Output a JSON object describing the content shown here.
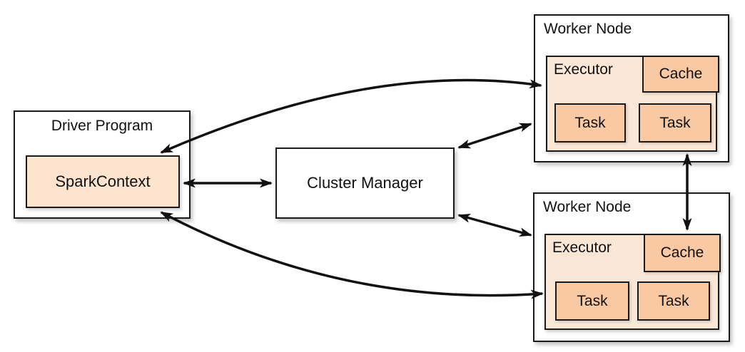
{
  "colors": {
    "bg": "#FFFFFF",
    "fill-spark": "#FCE4CF",
    "fill-light": "#FBE7D6",
    "fill-accent": "#F8C9A2",
    "line": "#111111"
  },
  "driver": {
    "label": "Driver Program",
    "spark_context": "SparkContext"
  },
  "cluster_manager": {
    "label": "Cluster Manager"
  },
  "workers": [
    {
      "label": "Worker Node",
      "executor": "Executor",
      "cache": "Cache",
      "tasks": [
        "Task",
        "Task"
      ]
    },
    {
      "label": "Worker Node",
      "executor": "Executor",
      "cache": "Cache",
      "tasks": [
        "Task",
        "Task"
      ]
    }
  ],
  "connections": [
    {
      "from": "SparkContext",
      "to": "Cluster Manager",
      "bidirectional": true,
      "shape": "straight"
    },
    {
      "from": "SparkContext",
      "to": "Worker Node 1 Executor",
      "bidirectional": true,
      "shape": "curved"
    },
    {
      "from": "SparkContext",
      "to": "Worker Node 2 Executor",
      "bidirectional": true,
      "shape": "curved"
    },
    {
      "from": "Cluster Manager",
      "to": "Worker Node 1",
      "bidirectional": true,
      "shape": "straight"
    },
    {
      "from": "Cluster Manager",
      "to": "Worker Node 2",
      "bidirectional": true,
      "shape": "straight"
    },
    {
      "from": "Worker Node 1 Executor",
      "to": "Worker Node 2 Cache",
      "bidirectional": true,
      "shape": "straight"
    }
  ]
}
